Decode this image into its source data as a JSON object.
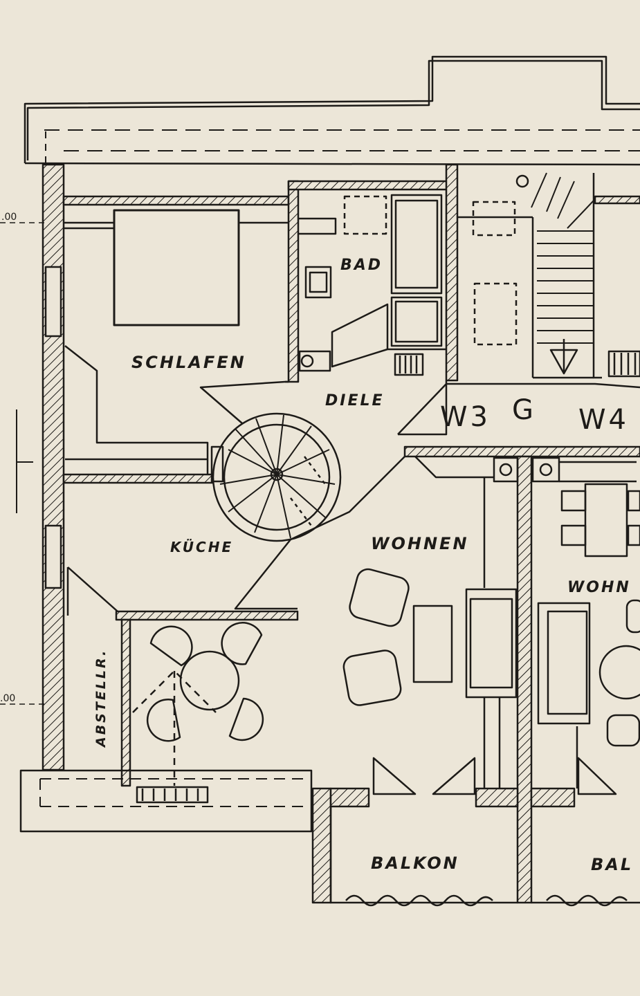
{
  "rooms": {
    "schlafen": "SCHLAFEN",
    "bad": "BAD",
    "diele": "DIELE",
    "kueche": "KÜCHE",
    "wohnen": "WOHNEN",
    "wohnen_neighbor": "WOHN",
    "abstellraum": "ABSTELLR.",
    "balkon": "BALKON",
    "balkon_neighbor": "BAL"
  },
  "unit_labels": {
    "w3": "W3",
    "g": "G",
    "w4": "W4"
  },
  "dimension_marks": {
    "upper": ".00",
    "lower": ".00"
  },
  "colors": {
    "paper": "#ece6d8",
    "ink": "#1d1b18"
  }
}
